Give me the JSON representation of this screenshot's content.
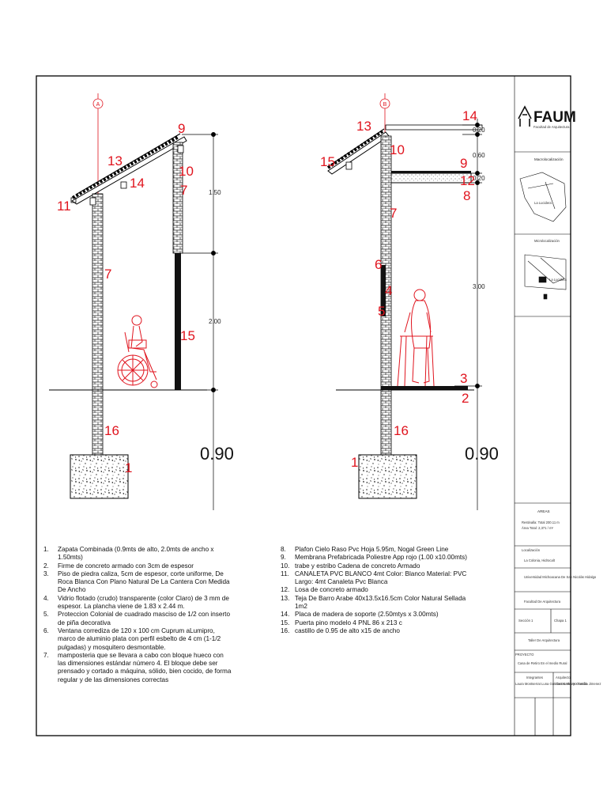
{
  "left_section": {
    "axis": "A",
    "labels": {
      "n9": "9",
      "n13": "13",
      "n14": "14",
      "n10": "10",
      "n7a": "7",
      "n11": "11",
      "n7b": "7",
      "n15": "15",
      "n16": "16",
      "n1": "1"
    },
    "dims": {
      "d1": "1.50",
      "d2": "2.00",
      "d3": "0.90"
    }
  },
  "right_section": {
    "axis": "B",
    "labels": {
      "n14": "14",
      "n13": "13",
      "n10": "10",
      "n9": "9",
      "n15": "15",
      "n12": "12",
      "n8": "8",
      "n7": "7",
      "n6": "6",
      "n4": "4",
      "n5": "5",
      "n3": "3",
      "n2": "2",
      "n16": "16",
      "n1": "1"
    },
    "dims": {
      "d1": "0.20",
      "d2": "0.60",
      "d3": "0.20",
      "d4": "3.00",
      "d5": "0.90"
    }
  },
  "notes_left": [
    {
      "n": "1.",
      "text": "Zapata Combinada (0.9mts de alto, 2.0mts de ancho x 1.50mts)"
    },
    {
      "n": "2.",
      "text": "Firme de concreto armado con 3cm de espesor"
    },
    {
      "n": "3.",
      "text": "Piso de piedra caliza, 5cm de espesor, corte uniforme, De Roca Blanca Con Plano Natural De La Cantera Con Medida De Ancho"
    },
    {
      "n": "4.",
      "text": "Vidrio flotado (crudo) transparente (color Claro) de 3 mm de espesor.  La plancha viene de 1.83 x 2.44 m."
    },
    {
      "n": "5.",
      "text": "Proteccion Colonial de cuadrado masciso de 1/2 con inserto de piña decorativa"
    },
    {
      "n": "6.",
      "text": "Ventana corrediza de 120 x 100 cm Cuprum aLumipro, marco de aluminio plata con perfil esbelto de 4 cm (1-1/2 pulgadas) y mosquitero desmontable."
    },
    {
      "n": "7.",
      "text": "mamposteria que se llevara a cabo con bloque hueco con las dimensiones estándar número 4. El bloque debe ser prensado y cortado a máquina, sólido, bien cocido, de forma regular y de las dimensiones correctas"
    }
  ],
  "notes_right": [
    {
      "n": "8.",
      "text": "Plafon Cielo Raso Pvc Hoja 5.95m, Nogal Green Line"
    },
    {
      "n": "9.",
      "text": "Membrana Prefabricada Poliestre App rojo (1.00 x10.00mts)"
    },
    {
      "n": "10.",
      "text": "trabe y estribo Cadena de concreto Armado"
    },
    {
      "n": "11.",
      "text": "CANALETA PVC BLANCO 4mt Color: Blanco Material: PVC Largo: 4mt Canaleta Pvc Blanca"
    },
    {
      "n": "12.",
      "text": "Losa de concreto armado"
    },
    {
      "n": "13.",
      "text": "Teja De Barro Arabe 40x13.5x16.5cm Color Natural Sellada 1m2"
    },
    {
      "n": "14.",
      "text": "Placa de madera de soporte (2.50mtys x 3.00mts)"
    },
    {
      "n": "15.",
      "text": "Puerta pino modelo 4 PNL 86 x 213 c"
    },
    {
      "n": "16.",
      "text": "castillo de 0.95 de alto x15 de ancho"
    }
  ],
  "title_block": {
    "logo": "FAUM",
    "faculty": "Facultad de Arquitectura",
    "macro": "Macrolocalización",
    "micro": "Microlocalización",
    "area_title": "AREAS",
    "area_lines": [
      "Restinalla: Total 200.11 m",
      "Área Total: 2,371 / m²"
    ],
    "loc_title": "Localización",
    "loc_value": "La Colonia, Hidrocalt",
    "school": "Universidad Michoacana De San Nicolás Hidalgo",
    "faculty2": "Facultad De Arquitectura",
    "sheet_a": "Sección 1",
    "sheet_b": "Chapa 1",
    "workshop": "Taller De Arquitectura",
    "project_title": "PROYECTO",
    "project": "Casa de Retiro En el medio Rural",
    "members_title": "Integrantes",
    "members": "Laura Montserrat Luna Gutidrez Katherin Gondila Jimenez",
    "teacher_title": "Arquitecto",
    "teacher": "Castro Hetzyo Tostón",
    "map_label1": "La Lucidera",
    "map_label2": "La Lucidera"
  }
}
